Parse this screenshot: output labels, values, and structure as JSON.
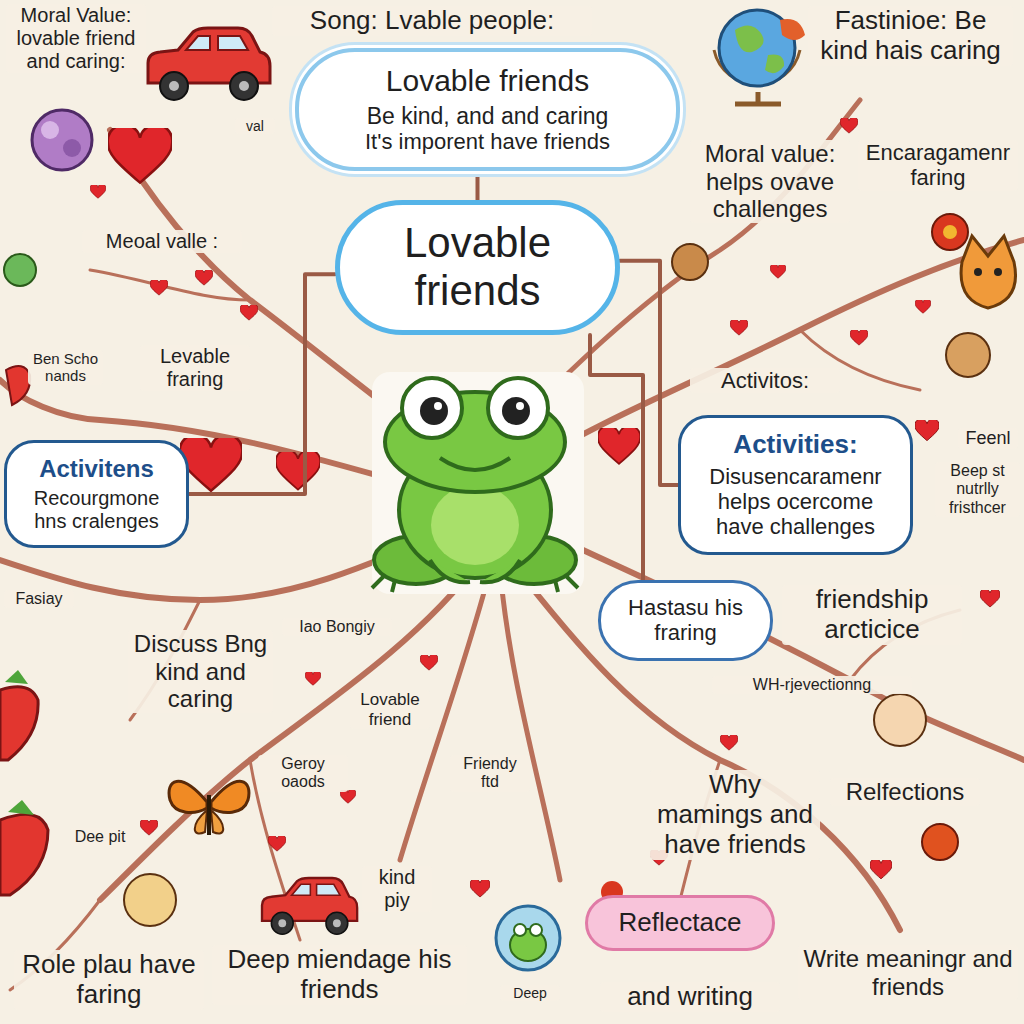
{
  "diagram": {
    "title": "Song: Lvable people:",
    "nodes": [
      {
        "text": [
          "Lovable friends",
          "Be kind, and and caring",
          "It's imporent have friends"
        ]
      },
      {
        "text": [
          "Lovable friends"
        ]
      },
      {
        "text": [
          "Activitens",
          "Recourgmone hns cralenges"
        ]
      },
      {
        "text": [
          "Activities:",
          "Disusencaramenr helps ocercome have challenges"
        ]
      },
      {
        "text": [
          "Hastasu his fraring"
        ]
      },
      {
        "text": [
          "Reflectace"
        ]
      }
    ],
    "edges": [
      {
        "from": 1,
        "to": 0,
        "arrow": "none"
      },
      {
        "from": 1,
        "to": 3,
        "arrow": "none"
      },
      {
        "from": 1,
        "to": 2,
        "arrow": "none"
      },
      {
        "from": 1,
        "to": 4,
        "arrow": "none"
      }
    ],
    "labels": [
      "Moral Value: lovable friend and caring:",
      "val",
      "Fastinioe: Be kind hais caring",
      "Moral value: helps ovave challenges",
      "Encaragamenr faring",
      "Meoal valle :",
      "Ben Scho nands",
      "Levable fraring",
      "Activitos:",
      "Feenl",
      "Beep st nutrlly fristhcer",
      "Fasiay",
      "Iao Bongiy",
      "Discuss Bng kind and caring",
      "friendship arcticice",
      "WH-rjevectionng",
      "Lovable friend",
      "Geroy oaods",
      "Friendy ftd",
      "Why mamings and have friends",
      "Relfections",
      "Dee pit",
      "kind piy",
      "Role plau have faring",
      "Deep miendage his friends",
      "Write meaningr and friends",
      "Deep",
      "and writing"
    ]
  }
}
